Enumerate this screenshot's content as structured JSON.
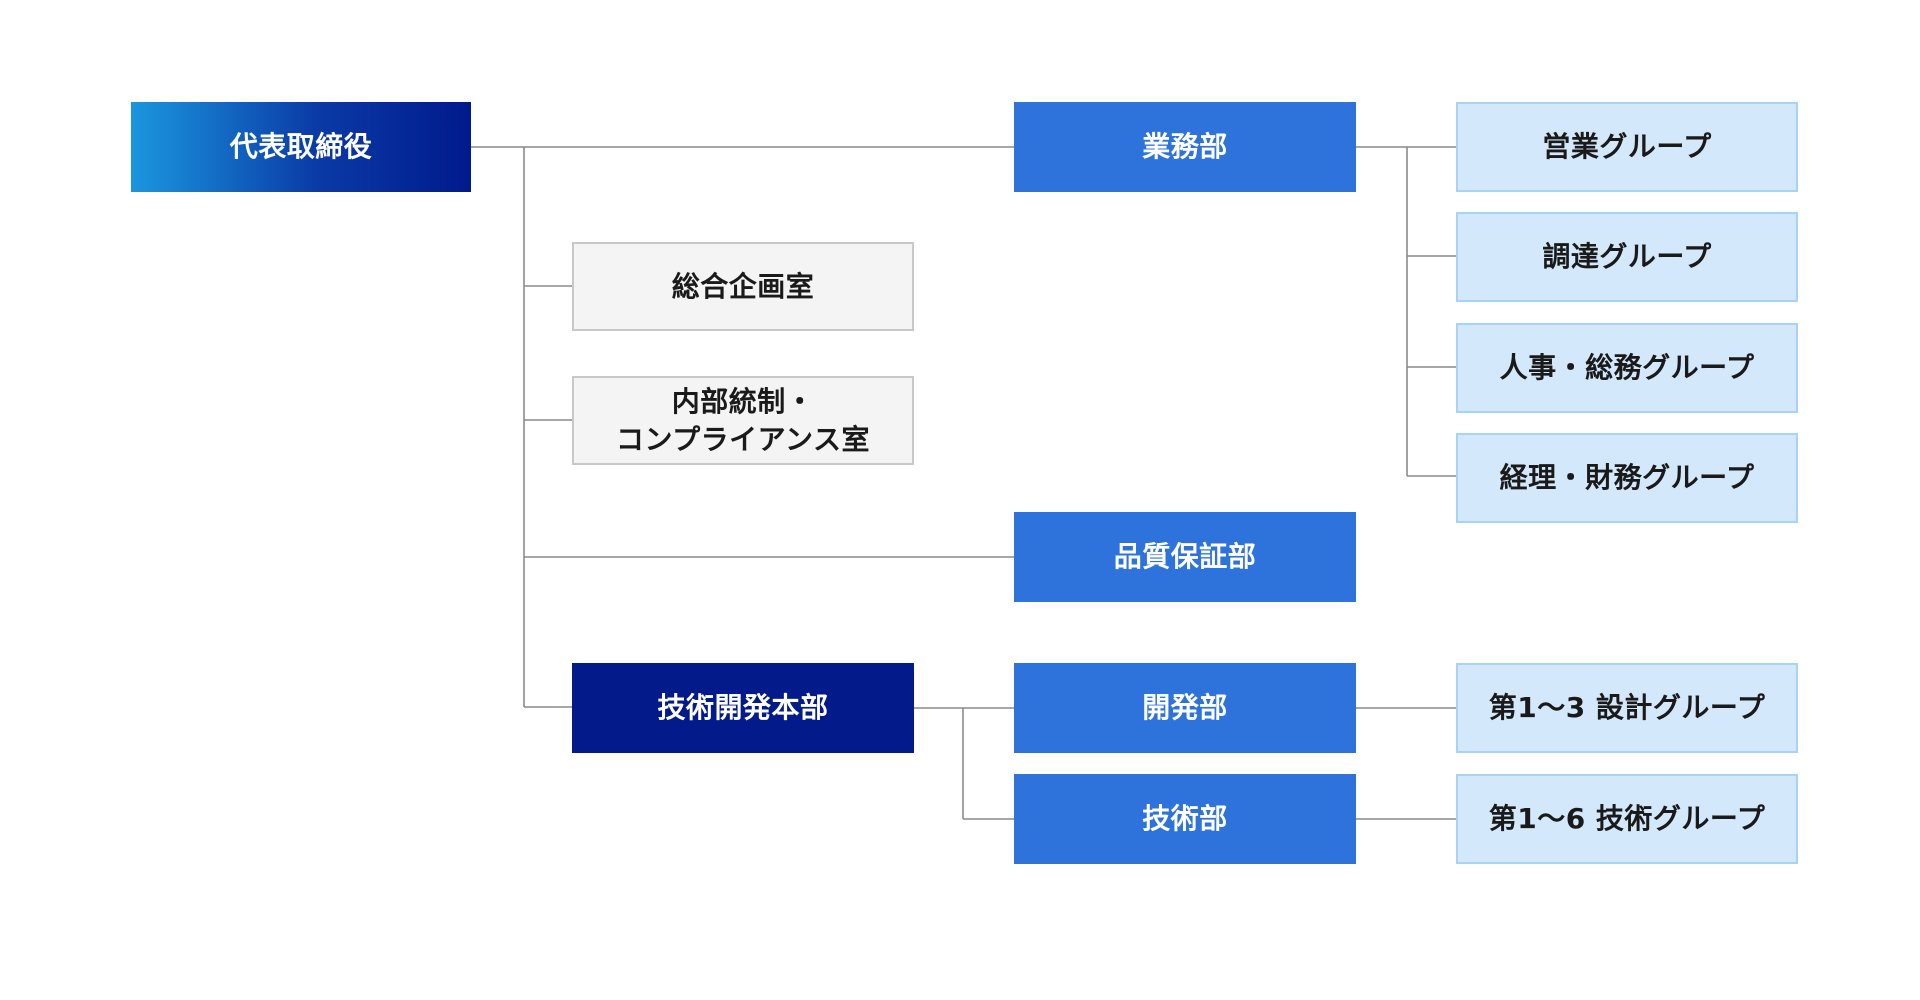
{
  "diagram": {
    "ceo": {
      "label": "代表取締役"
    },
    "offices": {
      "planning": {
        "label": "総合企画室"
      },
      "compliance": {
        "label": "内部統制・\nコンプライアンス室"
      }
    },
    "headquarters": {
      "engineering": {
        "label": "技術開発本部"
      }
    },
    "departments": {
      "business": {
        "label": "業務部"
      },
      "quality": {
        "label": "品質保証部"
      },
      "development": {
        "label": "開発部"
      },
      "technology": {
        "label": "技術部"
      }
    },
    "groups": {
      "sales": {
        "label": "営業グループ"
      },
      "procurement": {
        "label": "調達グループ"
      },
      "hr_general": {
        "label": "人事・総務グループ"
      },
      "accounting_finance": {
        "label": "経理・財務グループ"
      },
      "design": {
        "label": "第1〜3 設計グループ"
      },
      "technical": {
        "label": "第1〜6 技術グループ"
      }
    }
  }
}
